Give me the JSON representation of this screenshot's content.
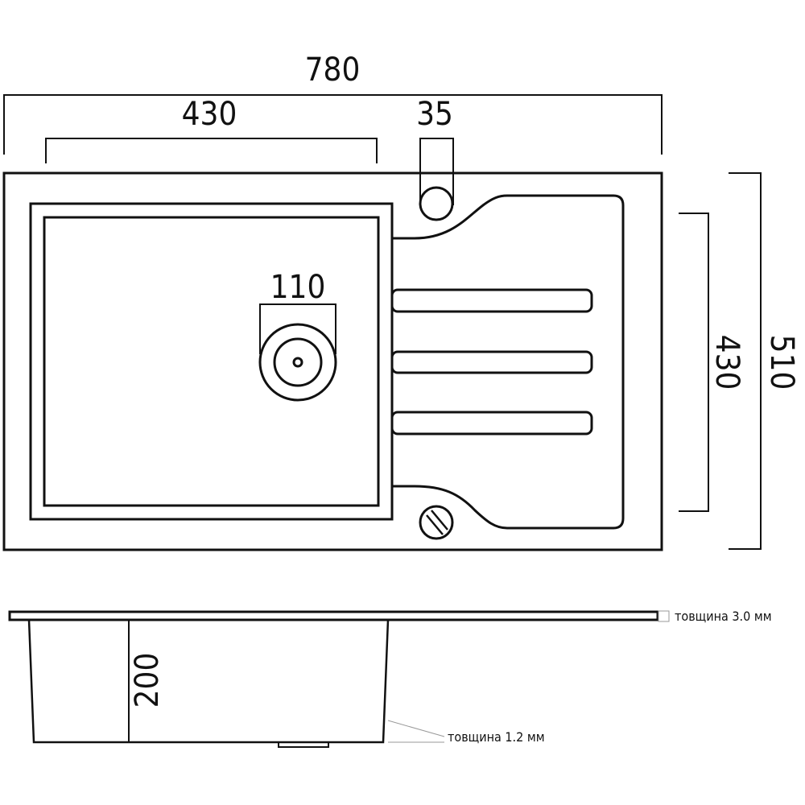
{
  "dimensions": {
    "overall_width": "780",
    "bowl_width": "430",
    "tap_hole": "35",
    "drain": "110",
    "bowl_depth_length": "430",
    "overall_depth": "510",
    "bowl_height": "200"
  },
  "notes": {
    "top_thickness": "товщина 3.0 мм",
    "bowl_thickness": "товщина 1.2 мм"
  },
  "colors": {
    "line": "#111111",
    "leader": "#999999"
  }
}
